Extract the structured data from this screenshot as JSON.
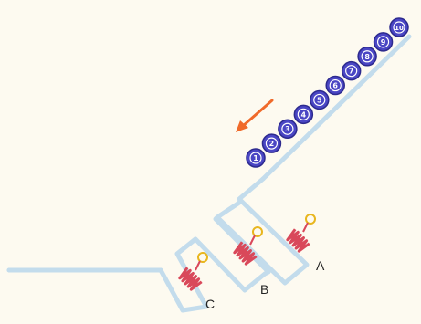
{
  "diagram": {
    "balls": [
      {
        "label": "1"
      },
      {
        "label": "2"
      },
      {
        "label": "3"
      },
      {
        "label": "4"
      },
      {
        "label": "5"
      },
      {
        "label": "6"
      },
      {
        "label": "7"
      },
      {
        "label": "8"
      },
      {
        "label": "9"
      },
      {
        "label": "10"
      }
    ],
    "springs": [
      {
        "label": "A"
      },
      {
        "label": "B"
      },
      {
        "label": "C"
      }
    ],
    "colors": {
      "background": "#fdfaf0",
      "track": "#c3dcec",
      "ball_fill": "#4a46c4",
      "ball_outline": "#2d2a8e",
      "spring": "#d9485a",
      "hook_ring": "#e8b61e",
      "arrow": "#f06a2a"
    },
    "arrow_direction": "down-left"
  }
}
